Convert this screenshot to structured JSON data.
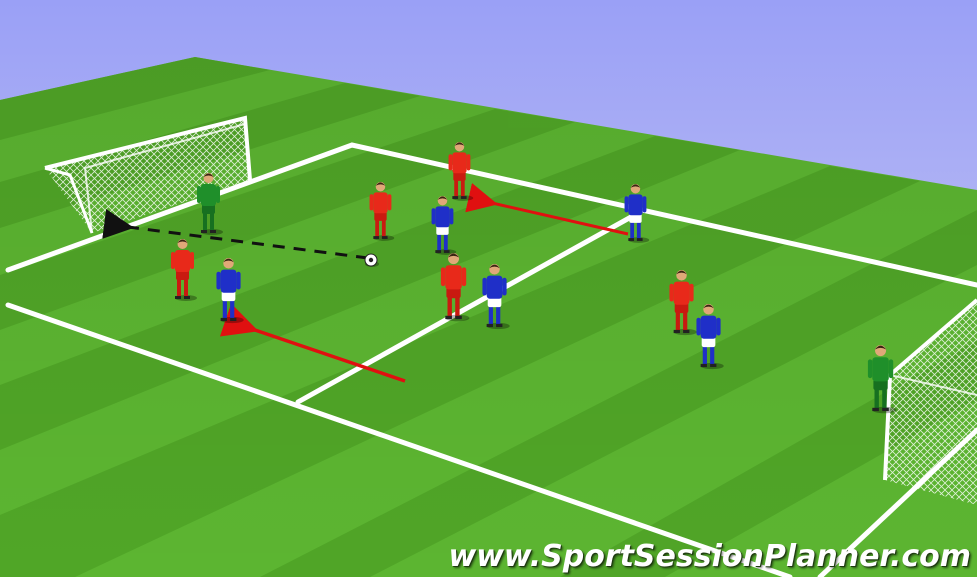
{
  "watermark": "www.SportSessionPlanner.com",
  "colors": {
    "sky": "#b3b6f4",
    "grass_light": "#5fb833",
    "grass_dark": "#4ea326",
    "team_red": "#e8291a",
    "team_blue": "#1f2fc8",
    "goalkeeper": "#1f8f2a",
    "arrow": "#e01010",
    "pass_line": "#111111"
  },
  "scene": {
    "goals": [
      {
        "id": "goal-left"
      },
      {
        "id": "goal-right"
      }
    ],
    "players": [
      {
        "team": "goalkeeper",
        "role": "goalkeeper-left"
      },
      {
        "team": "red",
        "role": "red-player"
      },
      {
        "team": "red",
        "role": "red-player"
      },
      {
        "team": "red",
        "role": "red-player"
      },
      {
        "team": "red",
        "role": "red-player"
      },
      {
        "team": "red",
        "role": "red-player"
      },
      {
        "team": "blue",
        "role": "blue-player"
      },
      {
        "team": "blue",
        "role": "blue-player"
      },
      {
        "team": "blue",
        "role": "blue-player"
      },
      {
        "team": "blue",
        "role": "blue-player"
      },
      {
        "team": "blue",
        "role": "blue-player"
      },
      {
        "team": "goalkeeper",
        "role": "goalkeeper-right"
      }
    ],
    "movement_arrows": 2,
    "pass_lines": 1,
    "balls": 1
  }
}
